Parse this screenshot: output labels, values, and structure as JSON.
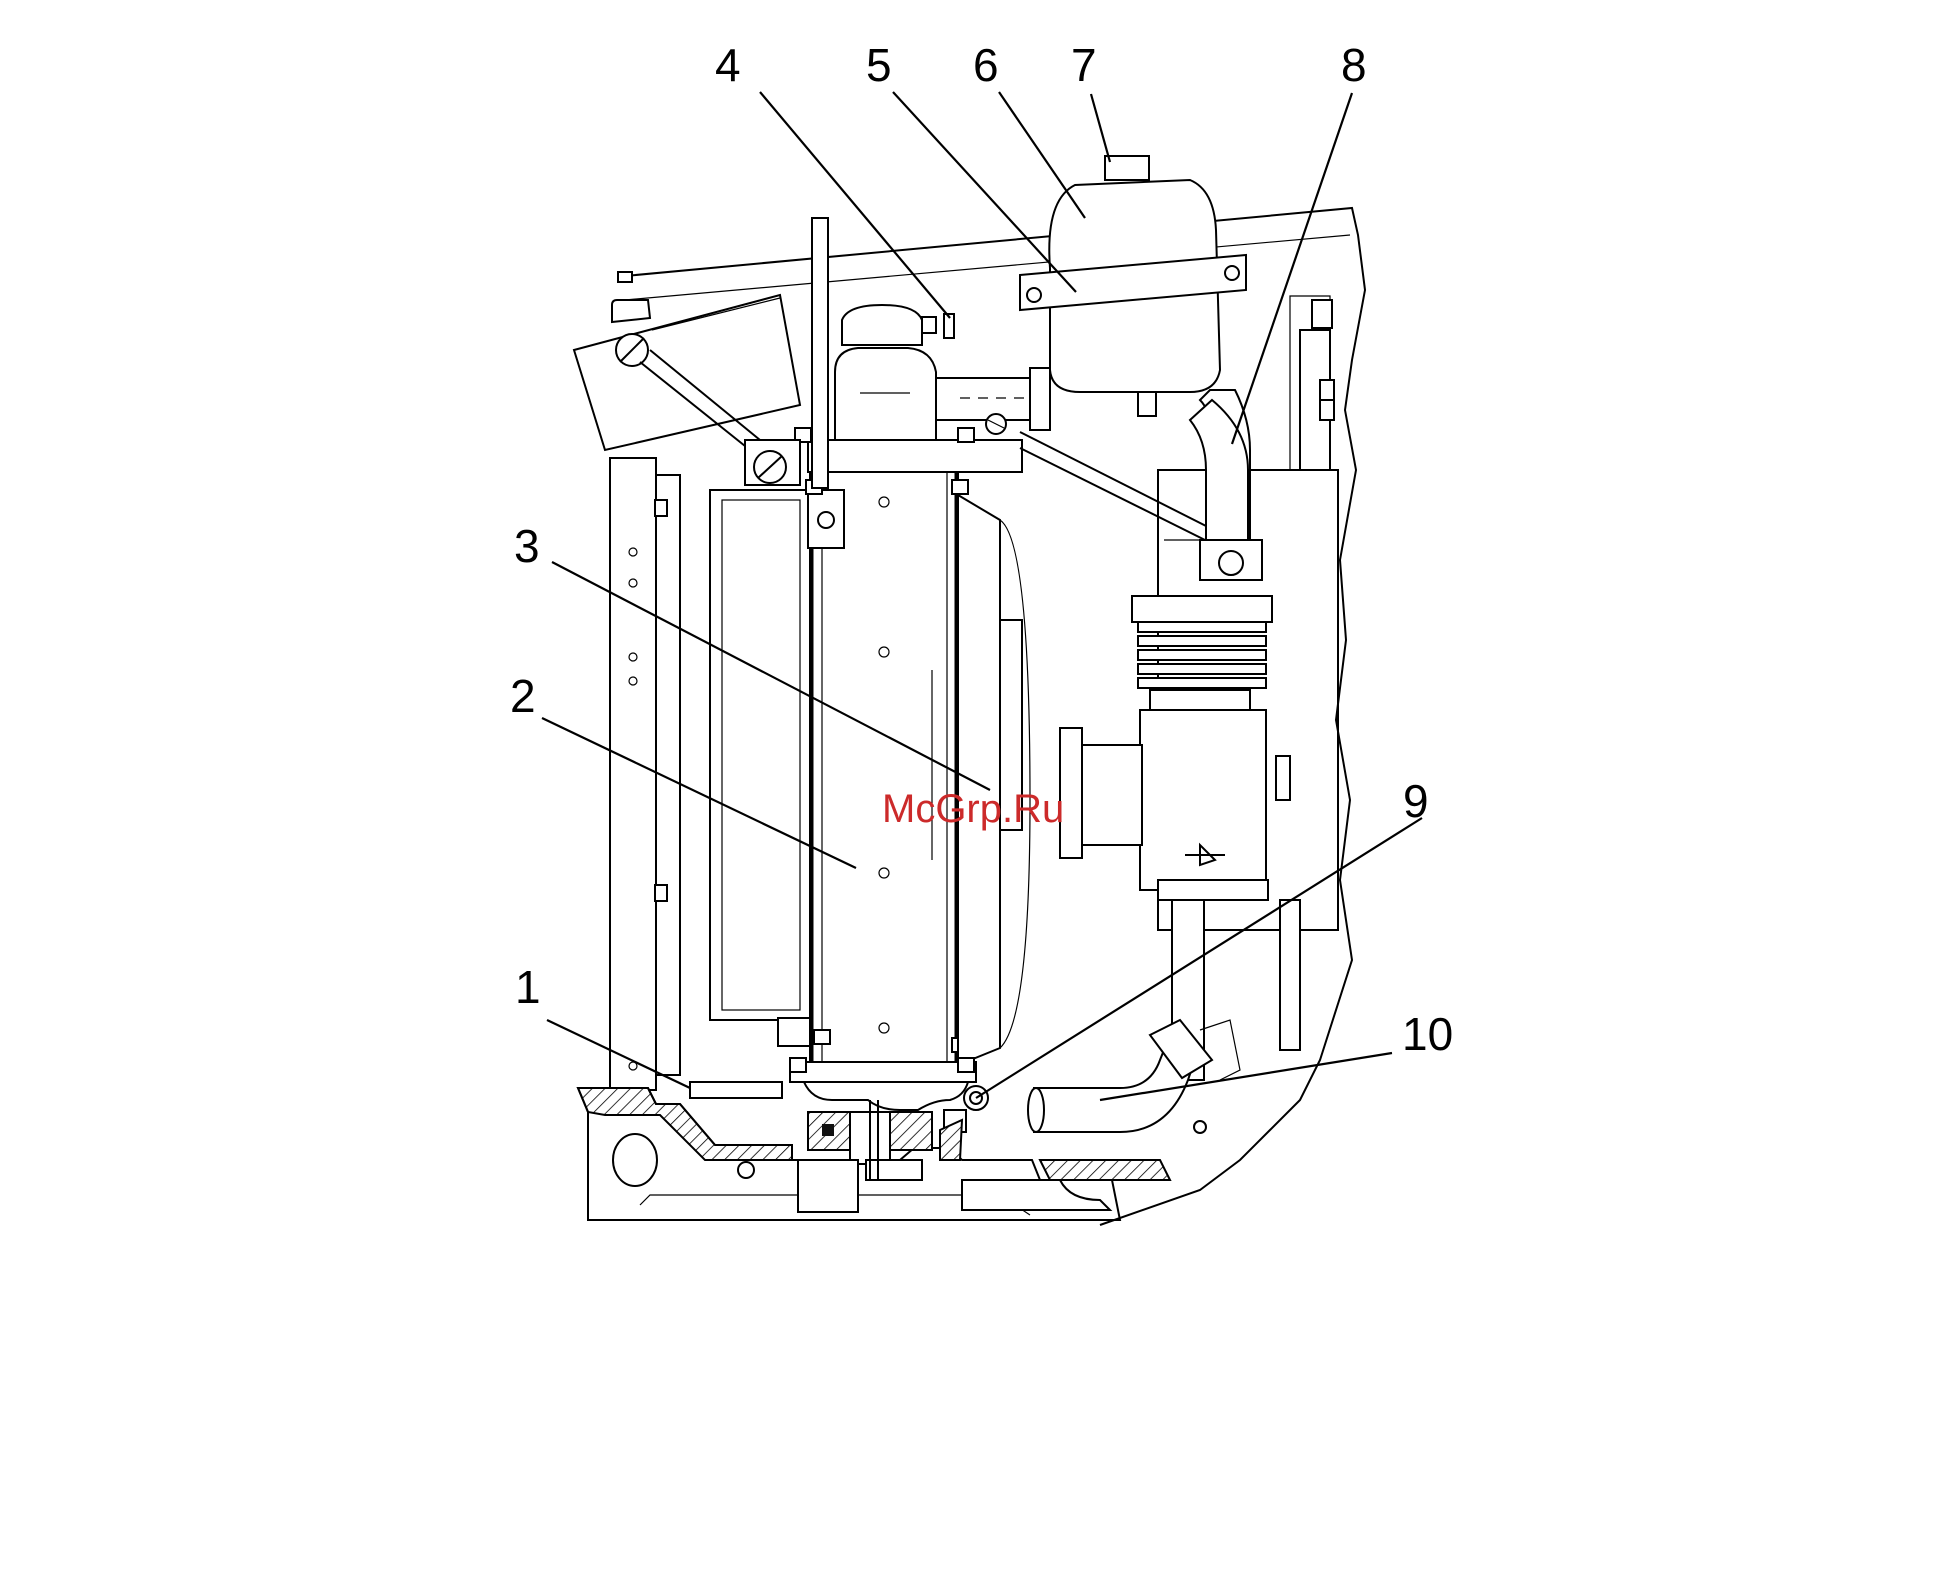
{
  "callouts": [
    {
      "id": "1",
      "label": "1"
    },
    {
      "id": "2",
      "label": "2"
    },
    {
      "id": "3",
      "label": "3"
    },
    {
      "id": "4",
      "label": "4"
    },
    {
      "id": "5",
      "label": "5"
    },
    {
      "id": "6",
      "label": "6"
    },
    {
      "id": "7",
      "label": "7"
    },
    {
      "id": "8",
      "label": "8"
    },
    {
      "id": "9",
      "label": "9"
    },
    {
      "id": "10",
      "label": "10"
    }
  ],
  "watermark": "McGrp.Ru",
  "colors": {
    "line": "#000000",
    "watermark": "#cc2a2a",
    "background": "#ffffff"
  }
}
